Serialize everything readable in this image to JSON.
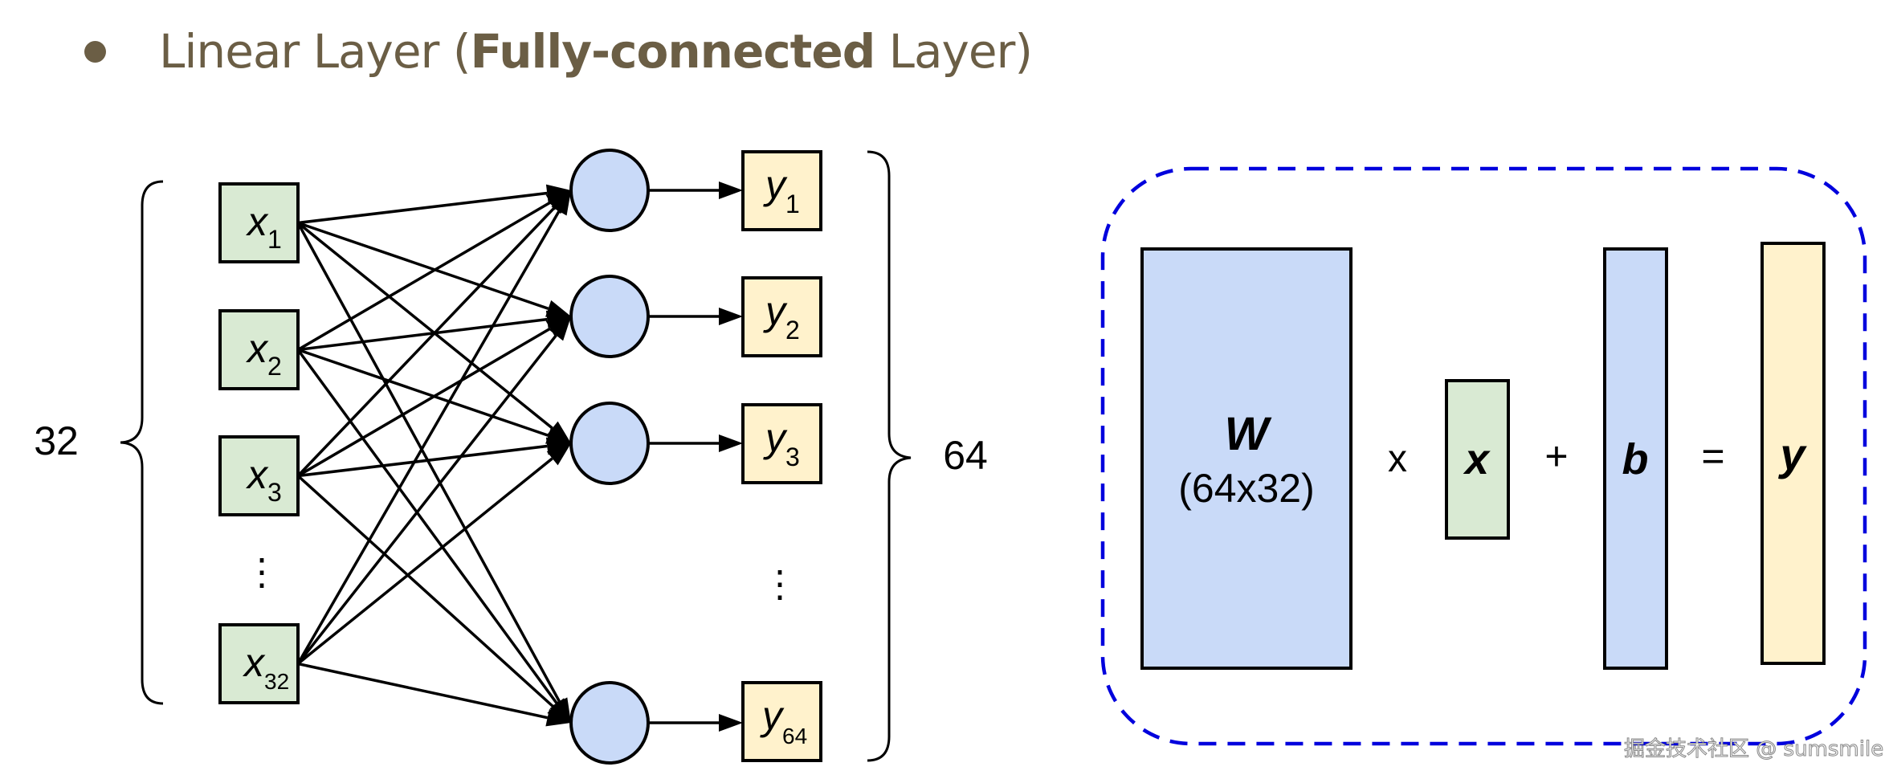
{
  "header": {
    "bullet": "•",
    "title_prefix": "Linear Layer (",
    "title_bold": "Fully-connected",
    "title_suffix": " Layer)"
  },
  "network": {
    "input_count_label": "32",
    "output_count_label": "64",
    "inputs": [
      {
        "var": "x",
        "sub": "1"
      },
      {
        "var": "x",
        "sub": "2"
      },
      {
        "var": "x",
        "sub": "3"
      },
      {
        "var": "x",
        "sub": "32"
      }
    ],
    "outputs": [
      {
        "var": "y",
        "sub": "1"
      },
      {
        "var": "y",
        "sub": "2"
      },
      {
        "var": "y",
        "sub": "3"
      },
      {
        "var": "y",
        "sub": "64"
      }
    ],
    "ellipsis": "⋮"
  },
  "equation": {
    "weight_label": "W",
    "weight_shape": "(64x32)",
    "multiply_op": "x",
    "input_label": "x",
    "plus_op": "+",
    "bias_label": "b",
    "equals_op": "=",
    "output_label": "y"
  },
  "colors": {
    "text_brown": "#6b5e45",
    "input_fill": "#d9ead3",
    "neuron_fill": "#c9daf8",
    "output_fill": "#fff2cc",
    "dashed_border": "#0000dd"
  },
  "watermark": "掘金技术社区 @ sumsmile"
}
